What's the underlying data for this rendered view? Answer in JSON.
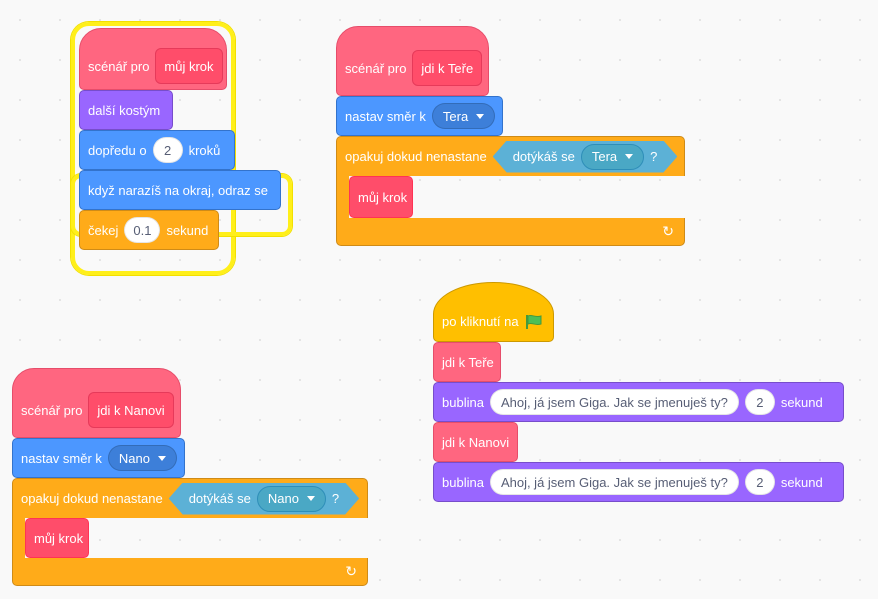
{
  "scripts": {
    "define_step": {
      "hat_label": "scénář pro",
      "hat_name": "můj krok",
      "costume": "další kostým",
      "move_prefix": "dopředu o",
      "move_value": "2",
      "move_suffix": "kroků",
      "bounce": "když narazíš na okraj, odraz se",
      "wait_prefix": "čekej",
      "wait_value": "0.1",
      "wait_suffix": "sekund"
    },
    "define_tera": {
      "hat_label": "scénář pro",
      "hat_name": "jdi k Teře",
      "point_prefix": "nastav směr k",
      "point_target": "Tera",
      "repeat_label": "opakuj dokud nenastane",
      "touching_label": "dotýkáš se",
      "touching_target": "Tera",
      "question_mark": "?",
      "inner_call": "můj krok",
      "loop_icon": "↻"
    },
    "define_nano": {
      "hat_label": "scénář pro",
      "hat_name": "jdi k Nanovi",
      "point_prefix": "nastav směr k",
      "point_target": "Nano",
      "repeat_label": "opakuj dokud nenastane",
      "touching_label": "dotýkáš se",
      "touching_target": "Nano",
      "question_mark": "?",
      "inner_call": "můj krok",
      "loop_icon": "↻"
    },
    "main": {
      "hat_label": "po kliknutí na",
      "flag_icon": "green-flag-icon",
      "call_tera": "jdi k Teře",
      "say1_prefix": "bublina",
      "say1_text": "Ahoj, já jsem Giga. Jak se jmenuješ ty?",
      "say1_secs": "2",
      "say1_suffix": "sekund",
      "call_nano": "jdi k Nanovi",
      "say2_prefix": "bublina",
      "say2_text": "Ahoj, já jsem Giga. Jak se jmenuješ ty?",
      "say2_secs": "2",
      "say2_suffix": "sekund"
    }
  },
  "colors": {
    "my_blocks": "#ff6680",
    "looks": "#9966ff",
    "motion": "#4c97ff",
    "control": "#ffab19",
    "sensing": "#5cb1d6",
    "events": "#ffbf00",
    "glow": "#ffef1a"
  }
}
